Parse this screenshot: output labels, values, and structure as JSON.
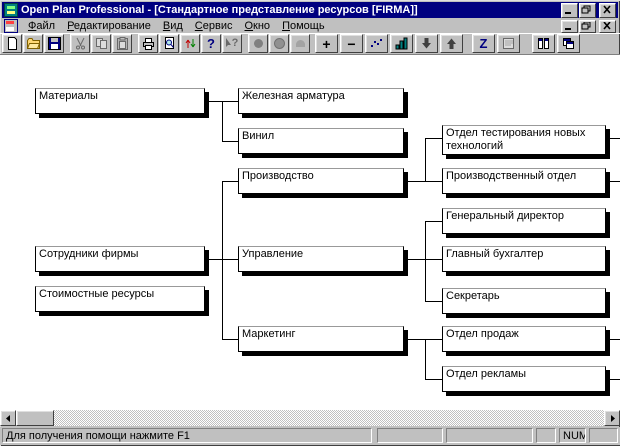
{
  "window": {
    "title": "Open Plan Professional - [Стандартное представление ресурсов [FIRMA]]",
    "controls": [
      "minimize",
      "restore",
      "close"
    ]
  },
  "menu": {
    "items": [
      {
        "label": "Файл"
      },
      {
        "label": "Редактирование"
      },
      {
        "label": "Вид"
      },
      {
        "label": "Сервис"
      },
      {
        "label": "Окно"
      },
      {
        "label": "Помощь"
      }
    ]
  },
  "toolbar": {
    "buttons": [
      "new",
      "open",
      "save",
      "cut",
      "copy",
      "paste",
      "print",
      "print-preview",
      "exchange",
      "help",
      "context-help",
      "resource-view-1",
      "resource-view-2",
      "resource-view-3",
      "zoom-in",
      "zoom-out",
      "scatter-view",
      "histogram-view",
      "move-down",
      "move-up",
      "sort",
      "notes",
      "tile-windows",
      "cascade-windows"
    ],
    "glyphs": {
      "help": "?",
      "context_help": "?",
      "plus": "+",
      "minus": "−",
      "sort": "Z"
    }
  },
  "tree": {
    "nodes": [
      {
        "label": "Материалы"
      },
      {
        "label": "Сотрудники фирмы"
      },
      {
        "label": "Стоимостные ресурсы"
      },
      {
        "label": "Железная арматура"
      },
      {
        "label": "Винил"
      },
      {
        "label": "Производство"
      },
      {
        "label": "Управление"
      },
      {
        "label": "Маркетинг"
      },
      {
        "label": "Отдел тестирования новых технологий"
      },
      {
        "label": "Производственный отдел"
      },
      {
        "label": "Генеральный директор"
      },
      {
        "label": "Главный бухгалтер"
      },
      {
        "label": "Секретарь"
      },
      {
        "label": "Отдел продаж"
      },
      {
        "label": "Отдел рекламы"
      }
    ]
  },
  "statusbar": {
    "message": "Для получения помощи нажмите F1",
    "num_indicator": "NUM"
  },
  "colors": {
    "titlebar": "#000080",
    "window_face": "#c0c0c0",
    "canvas": "#ffffff",
    "box_border": "#000000",
    "title_text": "#ffffff"
  }
}
